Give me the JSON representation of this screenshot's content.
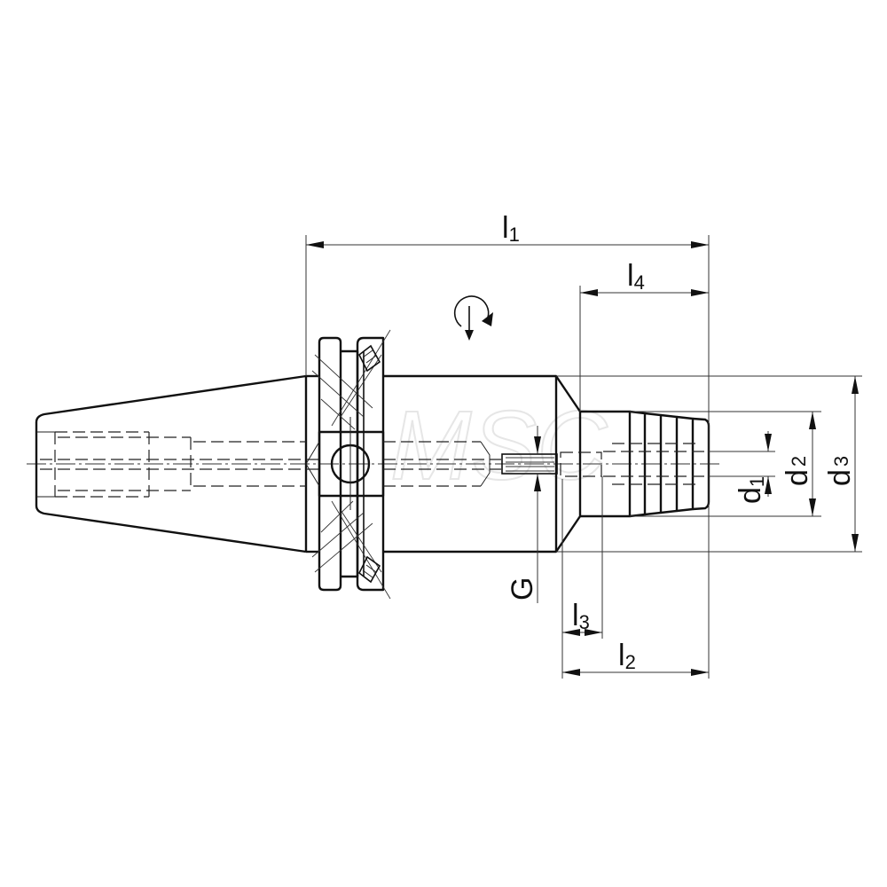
{
  "diagram": {
    "type": "technical-drawing",
    "subject": "taper shank tool holder (side view)",
    "line_color": "#111111",
    "background": "#ffffff",
    "watermark": "MSC",
    "rotation_symbol": "clockwise-rotation-arrow",
    "dimensions": {
      "l1": {
        "base": "l",
        "sub": "1"
      },
      "l2": {
        "base": "l",
        "sub": "2"
      },
      "l3": {
        "base": "l",
        "sub": "3"
      },
      "l4": {
        "base": "l",
        "sub": "4"
      },
      "d1": {
        "base": "d",
        "sub": "1"
      },
      "d2": {
        "base": "d",
        "sub": "2"
      },
      "d3": {
        "base": "d",
        "sub": "3"
      },
      "G": {
        "base": "G"
      }
    }
  }
}
